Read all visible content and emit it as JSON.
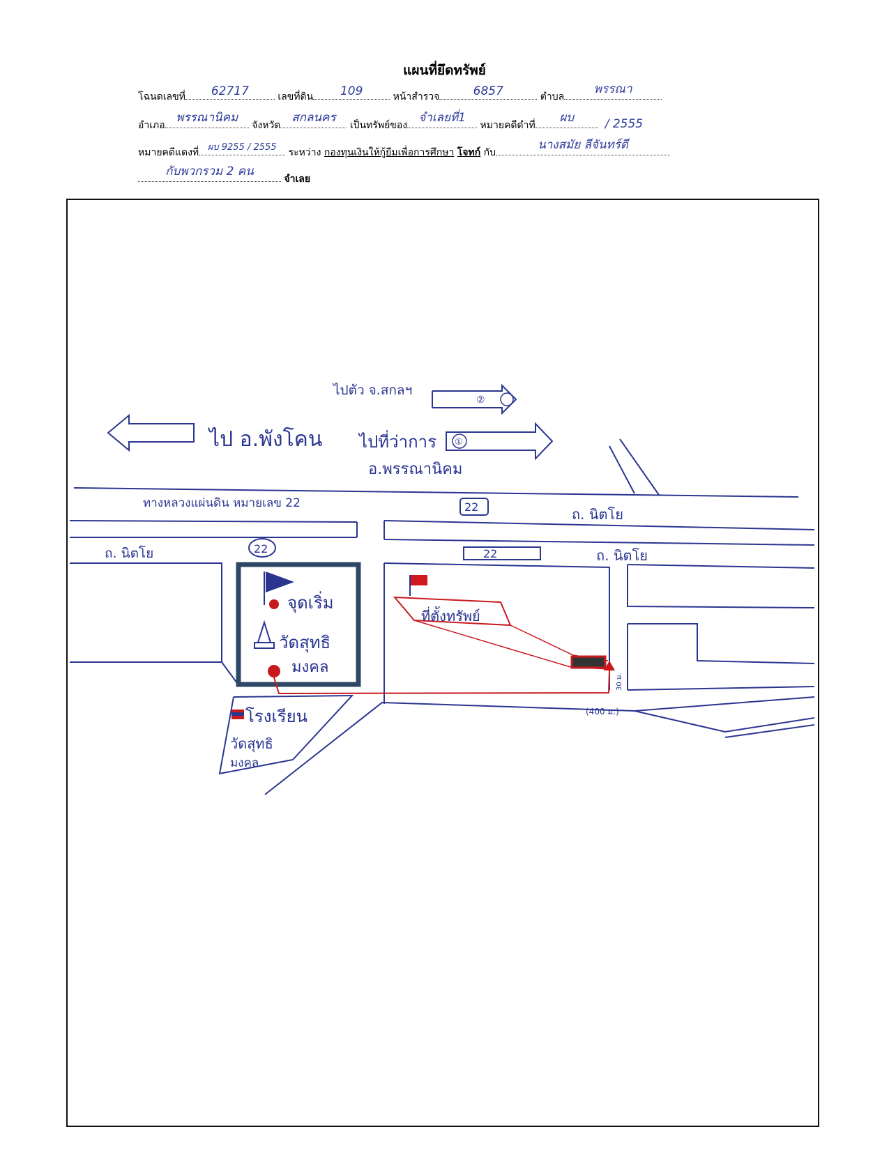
{
  "document": {
    "title": "แผนที่ยึดทรัพย์",
    "fields": {
      "deed_label": "โฉนดเลขที่",
      "deed_no": "62717",
      "land_no_label": "เลขที่ดิน",
      "land_no": "109",
      "survey_label": "หน้าสำรวจ",
      "survey_no": "6857",
      "subdistrict_label": "ตำบล",
      "subdistrict": "พรรณา",
      "district_label": "อำเภอ",
      "district": "พรรณานิคม",
      "province_label": "จังหวัด",
      "province": "สกลนคร",
      "owner_label": "เป็นทรัพย์ของ",
      "owner": "จำเลยที่1",
      "black_case_label": "หมายคดีดำที่",
      "black_case": "ผบ",
      "black_case_year": "/ 2555",
      "red_case_label": "หมายคดีแดงที่",
      "red_case": "ผบ 9255 / 2555",
      "between_label": "ระหว่าง",
      "plaintiff": "กองทุนเงินให้กู้ยืมเพื่อการศึกษา",
      "plaintiff_role": "โจทก์",
      "with_label": "กับ",
      "defendant": "นางสมัย ลีจันทร์ดี",
      "defendant_extra": "กับพวกรวม 2 คน",
      "defendant_role": "จำเลย"
    }
  },
  "map": {
    "to_sakon": "ไปตัว จ.สกลฯ",
    "to_phang_khon": "ไป อ.พังโคน",
    "to_office_1": "ไปที่ว่าการ",
    "to_office_2": "อ.พรรณานิคม",
    "circle_1": "①",
    "circle_2": "②",
    "highway": "ทางหลวงแผ่นดิน หมายเลข 22",
    "route_22": "22",
    "road_nittayo": "ถ. นิตโย",
    "start_point": "จุดเริ่ม",
    "temple_1": "วัดสุทธิ",
    "temple_2": "มงคล",
    "property_location": "ที่ตั้งทรัพย์",
    "school": "โรงเรียน",
    "school_name_1": "วัดสุทธิ",
    "school_name_2": "มงคล",
    "distance": "(400 ม.)",
    "short_distance": "30 ม."
  },
  "colors": {
    "ink": "#2b3a9a",
    "red_route": "#d11a1a",
    "box": "#2f4766"
  }
}
